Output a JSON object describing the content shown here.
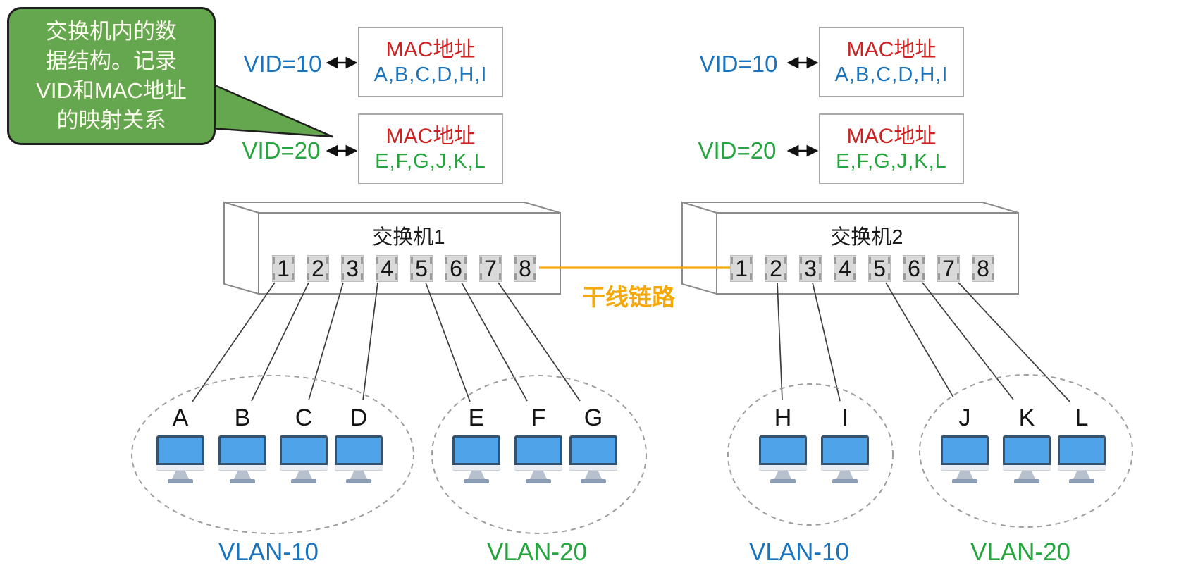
{
  "callout": {
    "lines": [
      "交换机内的数",
      "据结构。记录",
      "VID和MAC地址",
      "的映射关系"
    ],
    "bg_color": "#64a74e"
  },
  "colors": {
    "vlan10_blue": "#1b74bb",
    "vlan20_green": "#25a53e",
    "mac_title_red": "#cc2222",
    "trunk_orange": "#f5a80a"
  },
  "mac_tables": {
    "left": [
      {
        "vid": "VID=10",
        "title": "MAC地址",
        "macs": "A,B,C,D,H,I"
      },
      {
        "vid": "VID=20",
        "title": "MAC地址",
        "macs": "E,F,G,J,K,L"
      }
    ],
    "right": [
      {
        "vid": "VID=10",
        "title": "MAC地址",
        "macs": "A,B,C,D,H,I"
      },
      {
        "vid": "VID=20",
        "title": "MAC地址",
        "macs": "E,F,G,J,K,L"
      }
    ]
  },
  "switches": [
    {
      "label": "交换机1",
      "ports": [
        "1",
        "2",
        "3",
        "4",
        "5",
        "6",
        "7",
        "8"
      ]
    },
    {
      "label": "交换机2",
      "ports": [
        "1",
        "2",
        "3",
        "4",
        "5",
        "6",
        "7",
        "8"
      ]
    }
  ],
  "trunk": {
    "label": "干线链路"
  },
  "vlan_groups": [
    {
      "label": "VLAN-10",
      "computers": [
        "A",
        "B",
        "C",
        "D"
      ]
    },
    {
      "label": "VLAN-20",
      "computers": [
        "E",
        "F",
        "G"
      ]
    },
    {
      "label": "VLAN-10",
      "computers": [
        "H",
        "I"
      ]
    },
    {
      "label": "VLAN-20",
      "computers": [
        "J",
        "K",
        "L"
      ]
    }
  ]
}
